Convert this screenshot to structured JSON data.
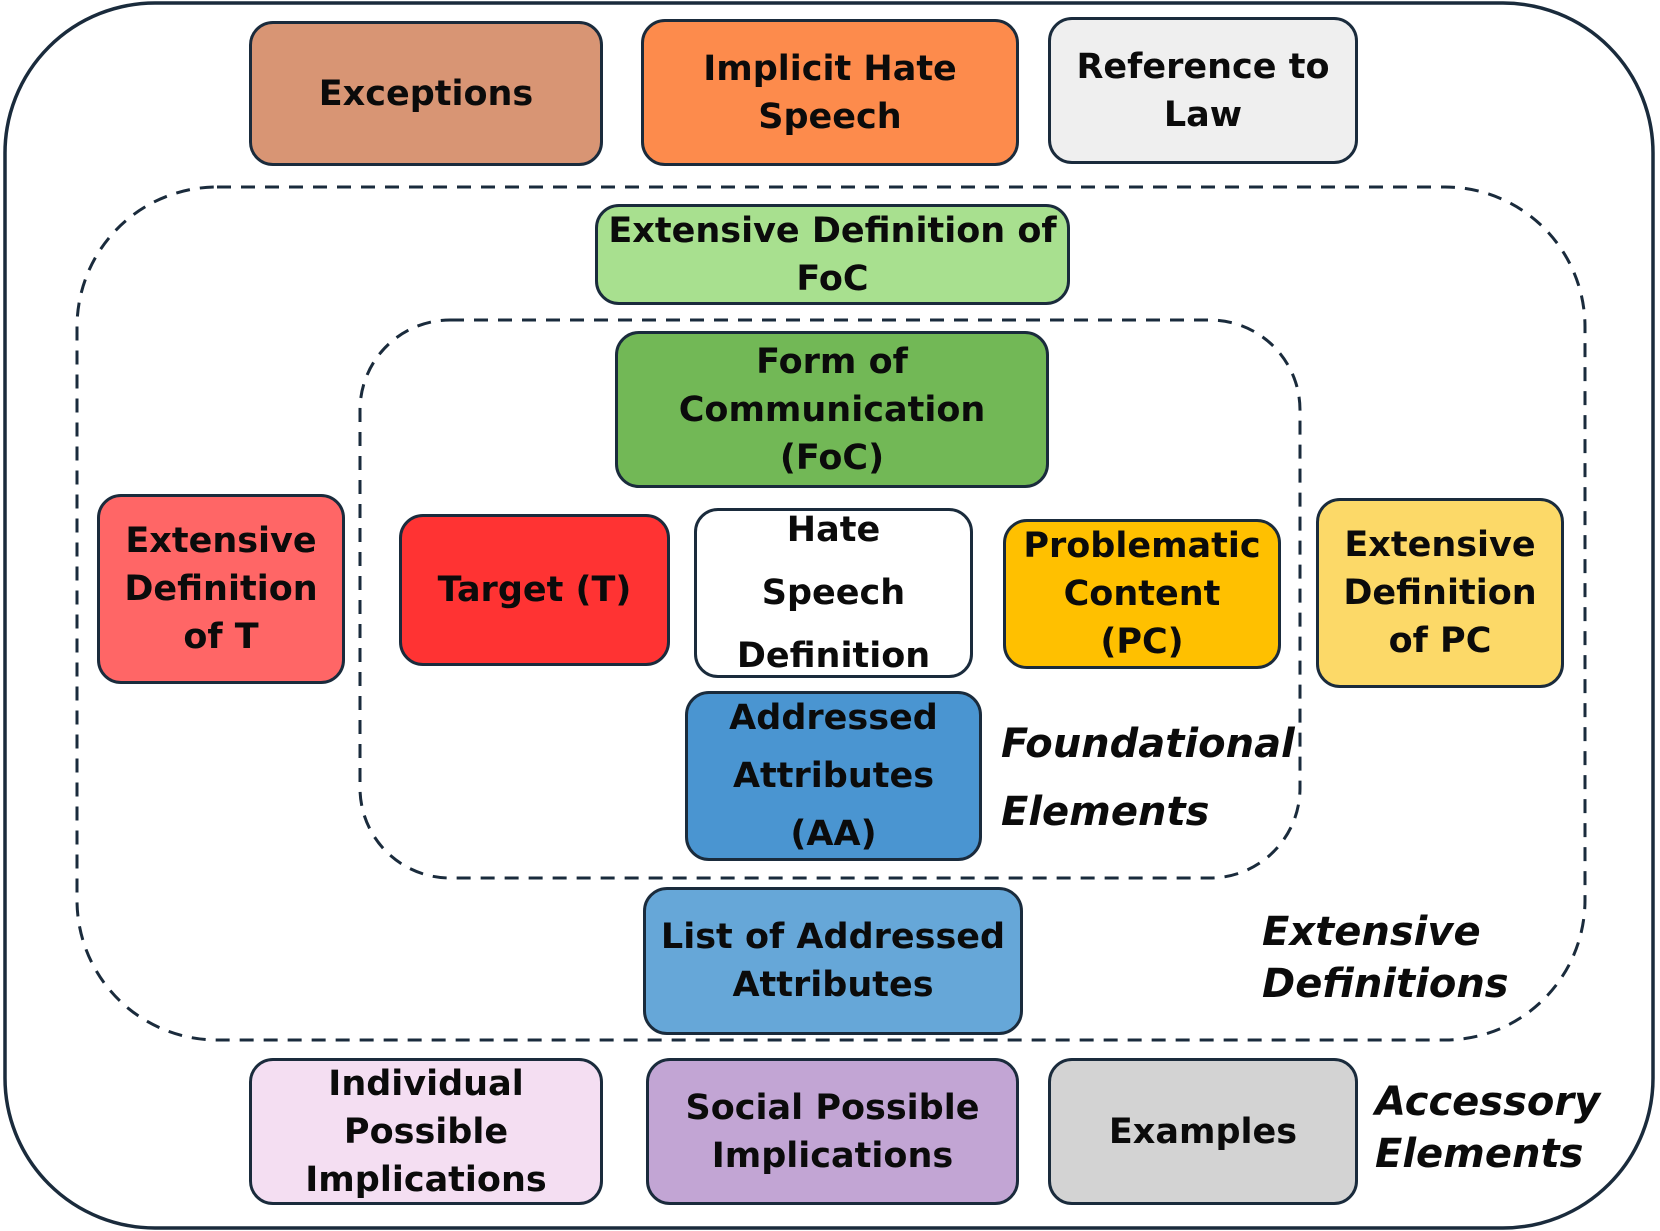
{
  "diagram": {
    "colors": {
      "outline": "#1a2b3c",
      "exceptions": "#d89574",
      "implicit_hate_speech": "#fd8b4c",
      "reference_to_law": "#efefef",
      "extensive_definition_foc": "#a8e08f",
      "form_of_communication": "#72b856",
      "extensive_definition_t": "#ff6666",
      "target": "#ff3333",
      "hate_speech_definition": "#ffffff",
      "problematic_content": "#ffc000",
      "extensive_definition_pc": "#fcd968",
      "addressed_attributes": "#4a95d1",
      "list_of_addressed_attributes": "#66a7d8",
      "individual_possible_implications": "#f4def2",
      "social_possible_implications": "#c2a5d4",
      "examples": "#d3d3d3"
    },
    "top_row": {
      "exceptions": "Exceptions",
      "implicit_hate_speech": "Implicit Hate\nSpeech",
      "reference_to_law": "Reference to\nLaw"
    },
    "extensive_definitions": {
      "foc": "Extensive Definition of\nFoC",
      "t": "Extensive\nDefinition\nof T",
      "pc": "Extensive\nDefinition\nof PC",
      "list_of_addressed_attributes": "List of Addressed\nAttributes"
    },
    "foundational": {
      "form_of_communication": "Form of\nCommunication\n(FoC)",
      "target": "Target (T)",
      "hate_speech_definition": "Hate\nSpeech\nDefinition",
      "problematic_content": "Problematic\nContent\n(PC)",
      "addressed_attributes": "Addressed\nAttributes\n(AA)"
    },
    "accessory": {
      "individual_possible_implications": "Individual\nPossible\nImplications",
      "social_possible_implications": "Social Possible\nImplications",
      "examples": "Examples"
    },
    "region_labels": {
      "foundational_elements": "Foundational\nElements",
      "extensive_definitions": "Extensive\nDefinitions",
      "accessory_elements": "Accessory\nElements"
    }
  }
}
